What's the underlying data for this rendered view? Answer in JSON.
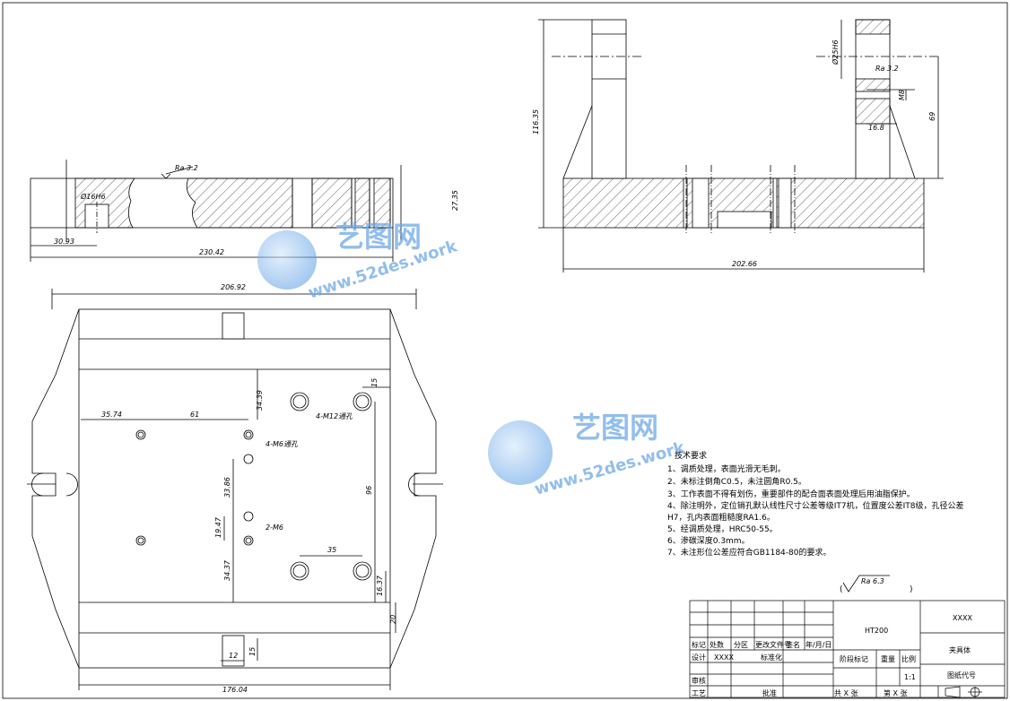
{
  "view_left": {
    "ra": "Ra 3.2",
    "d1": "30.93",
    "d2": "230.42",
    "d3": "27.35",
    "hole": "Ø16H6"
  },
  "view_right": {
    "d_width": "202.66",
    "d_height": "116.35",
    "d_side": "69",
    "d_bore": "Ø25H6",
    "ra": "Ra 3.2",
    "d_m8": "M8",
    "d_16": "16.8"
  },
  "view_plan": {
    "d_top": "206.92",
    "d_bottom": "176.04",
    "d_35_74": "35.74",
    "d_61": "61",
    "d_34_39": "34.39",
    "d_15": "15",
    "d_m12": "4-M12通孔",
    "d_m6": "4-M6通孔",
    "d_33_86": "33.86",
    "d_96": "96",
    "d_19_47": "19.47",
    "d_2m6": "2-M6",
    "d_35": "35",
    "d_34_37": "34.37",
    "d_16_37": "16.37",
    "d_20": "20",
    "d_12": "12",
    "d_15b": "15"
  },
  "watermark": {
    "brand": "艺图网",
    "url": "www.52des.work"
  },
  "tech_req": {
    "title": "技术要求",
    "lines": [
      "1、调质处理，表面光滑无毛刺。",
      "2、未标注倒角C0.5，未注圆角R0.5。",
      "3、工作表面不得有划伤，重要部件的配合面表面处理后用油脂保护。",
      "4、除注明外，定位销孔默认线性尺寸公差等级IT7机，位置度公差IT8级，孔径公差",
      "H7，孔内表面粗糙度RA1.6。",
      "5、经调质处理，HRC50-55。",
      "6、渗碳深度0.3mm。",
      "7、未注形位公差应符合GB1184-80的要求。"
    ],
    "surface": "Ra 6.3"
  },
  "title_block": {
    "material": "HT200",
    "code": "XXXX",
    "name": "夹具体",
    "drawing_no": "图纸代号",
    "mark": "标记",
    "count": "处数",
    "fen": "分区",
    "doc": "更改文件号",
    "sign": "签名",
    "date": "年/月/日",
    "design": "设计",
    "design_name": "XXXX",
    "std": "标准化",
    "stage": "阶段标记",
    "weight": "重量",
    "scale": "比例",
    "scale_val": "1:1",
    "review": "审核",
    "process": "工艺",
    "approve": "批准",
    "sheets": "共  X  张",
    "sheet": "第  X  张"
  }
}
